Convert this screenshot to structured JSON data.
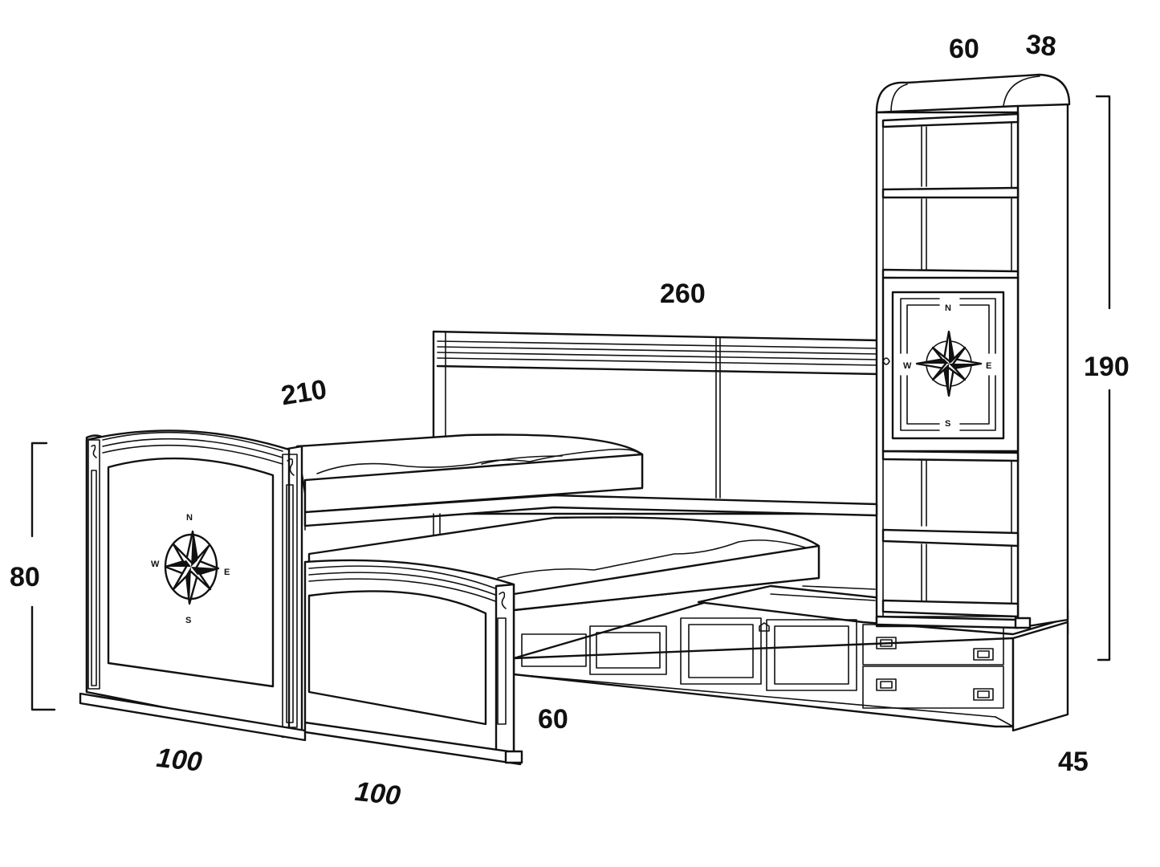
{
  "dimensions": {
    "shelf_width": "60",
    "shelf_depth": "38",
    "back_length": "260",
    "shelf_height": "190",
    "bed_length": "210",
    "bed_height": "80",
    "headboard_width_1": "100",
    "headboard_width_2": "100",
    "trundle_depth": "60",
    "base_depth": "45"
  },
  "compass_labels": {
    "north": "N",
    "west": "W",
    "east": "E",
    "south": "S"
  }
}
